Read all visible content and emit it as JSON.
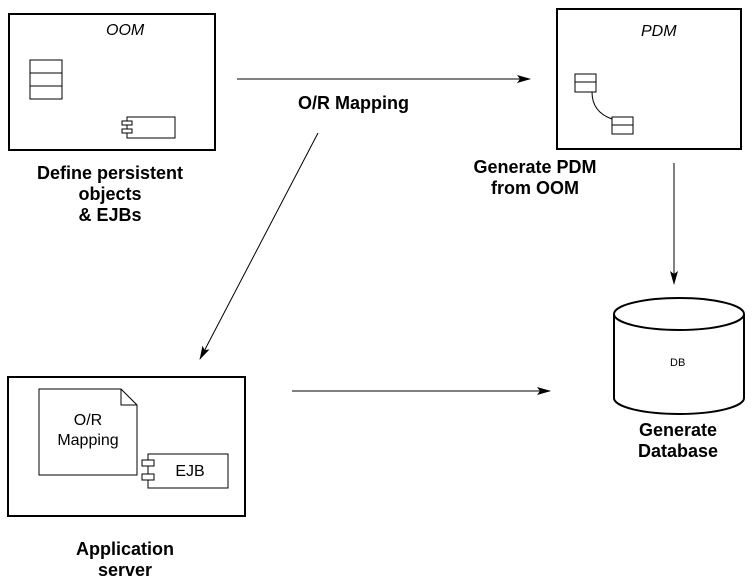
{
  "oom": {
    "title": "OOM",
    "caption": [
      "Define persistent",
      "objects",
      "& EJBs"
    ]
  },
  "pdm": {
    "title": "PDM",
    "caption": [
      "Generate PDM",
      "from OOM"
    ]
  },
  "mapping_label": "O/R Mapping",
  "app_server": {
    "document_label": [
      "O/R",
      "Mapping"
    ],
    "ejb_label": "EJB",
    "caption": [
      "Application",
      "server"
    ]
  },
  "database": {
    "label": "DB",
    "caption": [
      "Generate",
      "Database"
    ]
  }
}
